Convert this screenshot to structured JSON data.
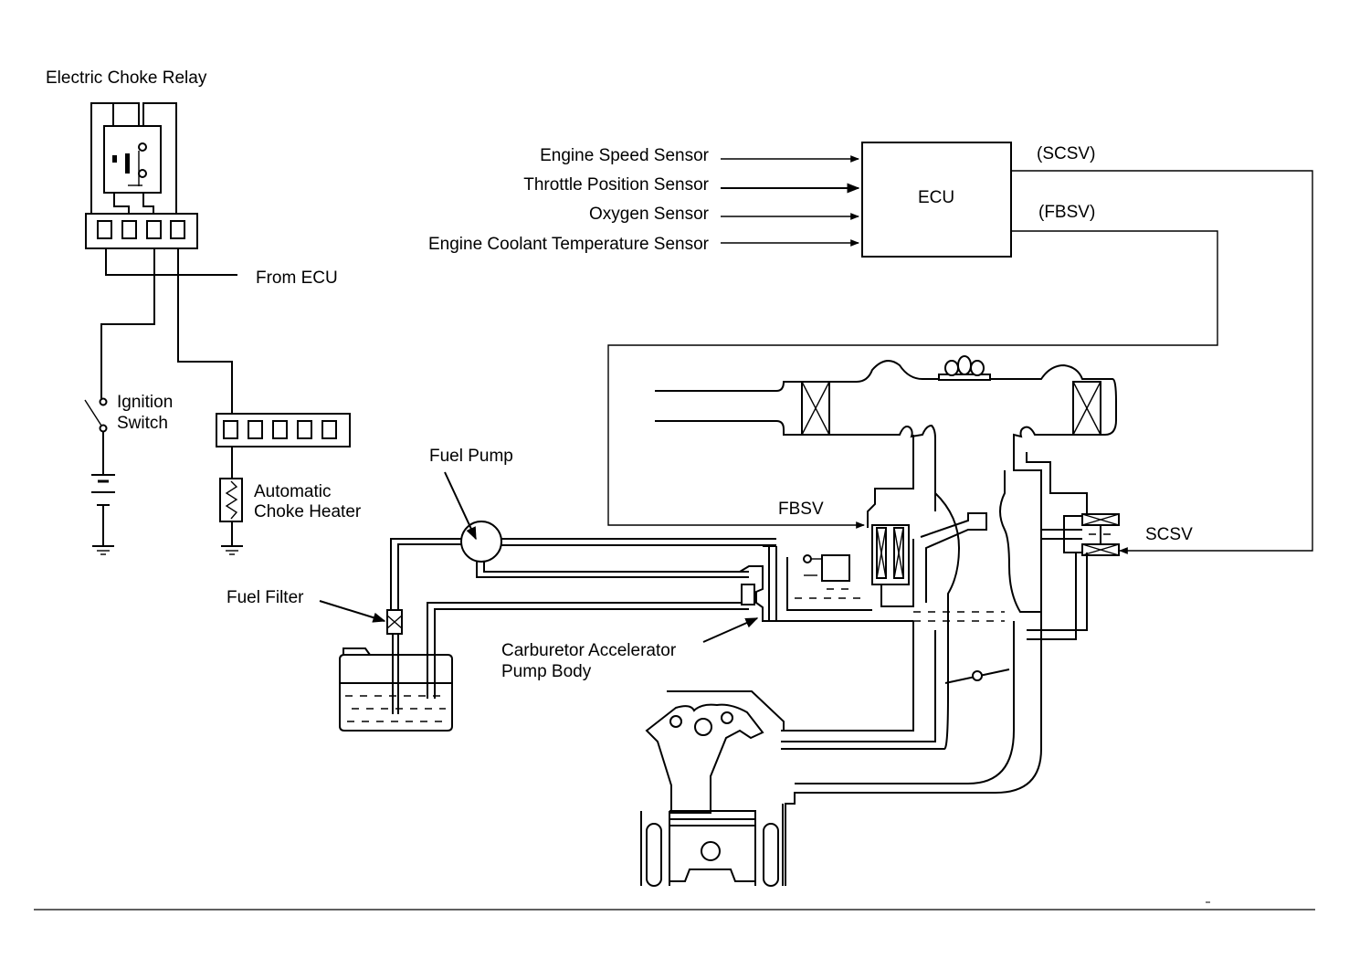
{
  "diagram": {
    "title": "Electric Choke Relay",
    "relay": {
      "label": "Electric Choke Relay",
      "from_ecu_label": "From ECU"
    },
    "ignition_switch": {
      "line1": "Ignition",
      "line2": "Switch"
    },
    "choke_heater": {
      "line1": "Automatic",
      "line2": "Choke Heater"
    },
    "ecu": {
      "label": "ECU",
      "inputs": [
        "Engine Speed Sensor",
        "Throttle Position Sensor",
        "Oxygen Sensor",
        "Engine Coolant Temperature Sensor"
      ],
      "outputs": [
        "(SCSV)",
        "(FBSV)"
      ]
    },
    "fuel_system": {
      "fuel_pump": "Fuel Pump",
      "fuel_filter": "Fuel Filter",
      "accelerator_pump": {
        "line1": "Carburetor Accelerator",
        "line2": "Pump Body"
      },
      "fbsv": "FBSV",
      "scsv": "SCSV"
    }
  }
}
